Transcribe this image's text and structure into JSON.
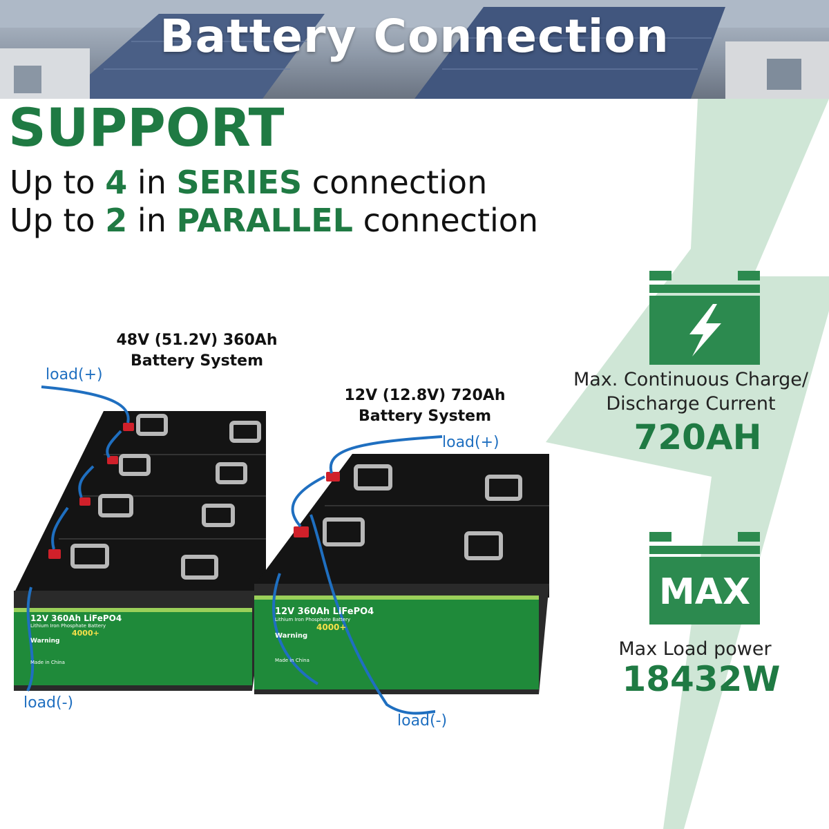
{
  "banner": {
    "title": "Battery Connection"
  },
  "support": {
    "heading": "SUPPORT",
    "series": {
      "prefix": "Up to ",
      "count": "4",
      "mid": " in ",
      "mode": "SERIES",
      "suffix": " connection"
    },
    "parallel": {
      "prefix": "Up to ",
      "count": "2",
      "mid": " in ",
      "mode": "PARALLEL",
      "suffix": " connection"
    }
  },
  "system48": {
    "line1": "48V (51.2V) 360Ah",
    "line2": "Battery System",
    "load_pos": "load(+)",
    "load_neg": "load(-)"
  },
  "system12": {
    "line1": "12V (12.8V) 720Ah",
    "line2": "Battery System",
    "load_pos": "load(+)",
    "load_neg": "load(-)"
  },
  "battery": {
    "model": "12V 360Ah LiFePO4",
    "subtitle": "Lithium Iron Phosphate Battery",
    "cycles": "4000+",
    "warning": "Warning",
    "made_in": "Made in China"
  },
  "stats": {
    "current": {
      "label1": "Max. Continuous Charge/",
      "label2": "Discharge Current",
      "value": "720AH"
    },
    "load": {
      "icon_text": "MAX",
      "label": "Max Load power",
      "value": "18432W"
    }
  },
  "colors": {
    "accent_green": "#1f7a43",
    "icon_green": "#2c8a4f",
    "wire_blue": "#1f6fc0",
    "bolt_bg": "#cfe6d6"
  }
}
